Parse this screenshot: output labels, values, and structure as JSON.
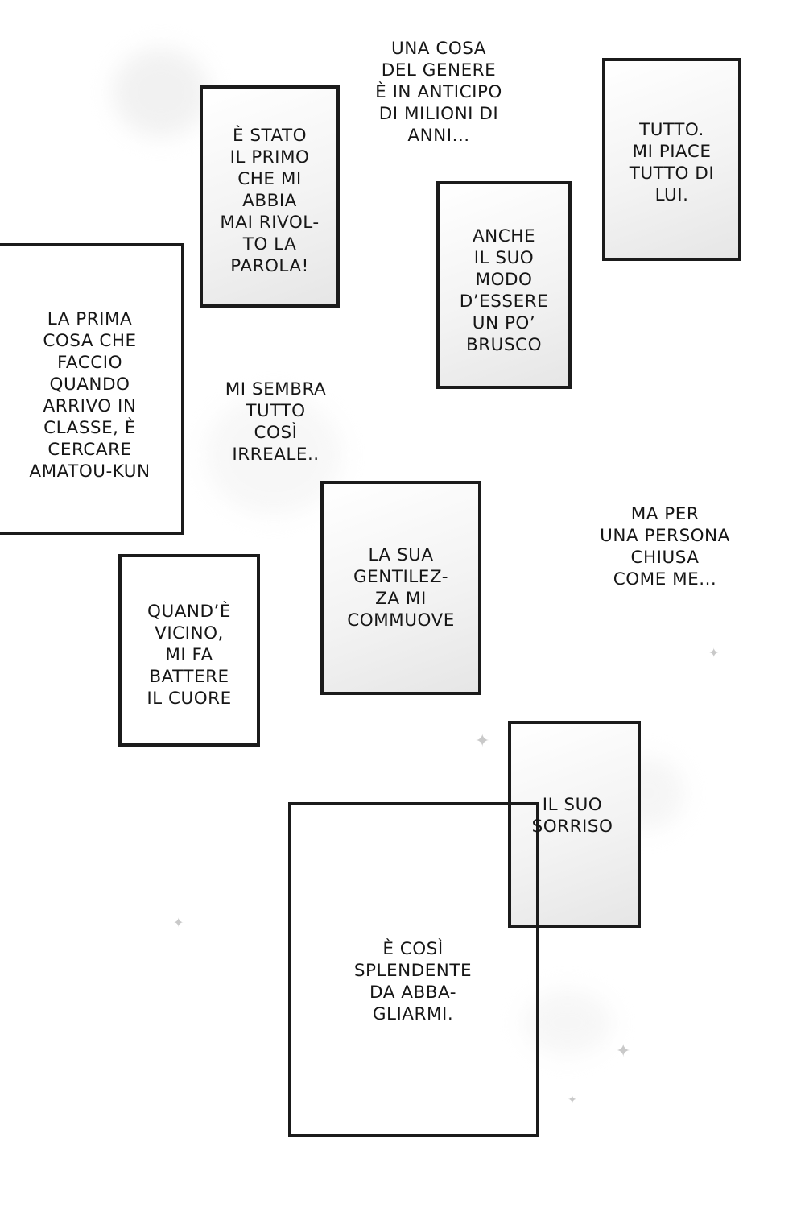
{
  "captions": {
    "genere": "UNA COSA\nDEL GENERE\nÈ IN ANTICIPO\nDI MILIONI DI\nANNI...",
    "primo": "È STATO\nIL PRIMO\nCHE MI\nABBIA\nMAI RIVOL-\nTO LA\nPAROLA!",
    "tutto": "TUTTO.\nMI PIACE\nTUTTO DI\nLUI.",
    "brusco": "ANCHE\nIL SUO\nMODO\nD’ESSERE\nUN PO’\nBRUSCO",
    "prima_cosa": "LA PRIMA\nCOSA CHE\nFACCIO\nQUANDO\nARRIVO IN\nCLASSE, È\nCERCARE\nAMATOU-KUN",
    "irreale": "MI SEMBRA\nTUTTO\nCOSÌ\nIRREALE..",
    "gentilezza": "LA SUA\nGENTILEZ-\nZA MI\nCOMMUOVE",
    "chiusa": "MA PER\nUNA PERSONA\nCHIUSA\nCOME ME...",
    "vicino": "QUAND’È\nVICINO,\nMI FA\nBATTERE\nIL CUORE",
    "sorriso": "IL SUO\nSORRISO",
    "splendente": "È COSÌ\nSPLENDENTE\nDA ABBA-\nGLIARMI."
  }
}
